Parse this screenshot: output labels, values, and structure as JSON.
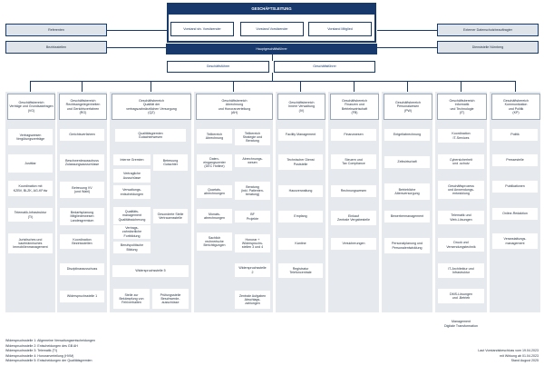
{
  "top": {
    "title": "GESCHÄFTSLEITUNG",
    "boards": [
      "Vorstand stv. Vorsitzender",
      "Vorstand Vorsitzender",
      "Vorstand Mitglied"
    ],
    "hgf": "Hauptgeschäftsführer",
    "gf": [
      "Geschäftsführer",
      "Geschäftsführer"
    ]
  },
  "side": {
    "referenten": "Referenten",
    "bezirksstellen": "Bezirksstellen",
    "extern": "Externer Datenschutzbeauftragter",
    "dienststelle": "Dienststelle Nürnberg"
  },
  "columns": [
    {
      "head": "Geschäftsbereich\nVerträge und Grundsatzfragen\n(VG)",
      "items": [
        "Vertragswesen\nVergütungsverträge",
        "Justitiar",
        "Koordination mit\nKZBV, BLZK, AG-KFdw",
        "Telematik-Infrastruktur\n(TI)",
        "Juristisches und\nkaufmännisches\nImmobilienmanagement"
      ]
    },
    {
      "head": "Geschäftsbereich\nRechtsangelegenheiten\nund Gerichtsverfahren\n(RG)",
      "items": [
        "Gerichtsverfahren",
        "Beschwerdeausschuss\nZulassungsausschüsse",
        "Betreuung VV\n(und Wahl)",
        "Bedarfsplanung\nMitgliederwesen\nLandesgremium",
        "Koordination\nBezirksstellen",
        "Disziplinarausschuss",
        "Widerspruchsstelle 1"
      ]
    },
    {
      "head": "Geschäftsbereich\nQualität der\nvertragszahnärztlichen Versorgung\n(QZ)",
      "top": "Qualitätsgremien\nGutachterwesen",
      "left": [
        "Interne Gremien",
        "Vertragliche\nAusschüsse",
        "Verwaltungs-\nentscheidungen",
        "Qualitäts-\nmanagement\nQualitätssicherung",
        "Vertrags-\nzahnärztliche\nFortbildung",
        "Berufspolitische\nBildung"
      ],
      "right": [
        "Betreuung\nGutachter",
        "Gesonderte Stelle\nVertrauensstelle"
      ],
      "wide": "Widerspruchsstelle 5",
      "bottom": [
        "Stelle zur\nBekämpfung von\nFehlverhalten",
        "Prüfungsstelle\nBeschwerde-\nausschüsse"
      ]
    },
    {
      "head": "Geschäftsbereich\nAbrechnung\nund Honorarverteilung\n(AH)",
      "left": [
        "Teilbereich\nAbrechnung",
        "Daten-\neingangscenter\n(DEC Hotline)",
        "Quartals-\nabrechnungen",
        "Monats-\nabrechnungen",
        "Sachlich\nrechnerische\nBerichtigungen"
      ],
      "right": [
        "Teilbereich\nStrategie und\nBeratung",
        "Abrechnungs-\nwesen",
        "Beratung\n(inkl. Patienten-\nberatung)",
        "BF\nProjekte",
        "Honorar +\nWiderspruchs-\nstellen 3 und 4",
        "Widerspruchsstelle\n2",
        "Zentrale Aufgaben\nAbschlags-\nzahlungen"
      ]
    },
    {
      "head": "Geschäftsbereich\nInnere Verwaltung\n(IV)",
      "items": [
        "Facility Management",
        "Technischer Dienst\nPoststelle",
        "Hausverwaltung",
        "Empfang",
        "Kantine",
        "Registratur\nTelefoncentrale"
      ]
    },
    {
      "head": "Geschäftsbereich\nFinanzen und\nBetriebswirtschaft\n(FB)",
      "items": [
        "Finanzwesen",
        "Steuern und\nTax Compliance",
        "Rechnungswesen",
        "Einkauf\nZentrale Vergabestelle",
        "Versicherungen"
      ]
    },
    {
      "head": "Geschäftsbereich\nPersonalwesen\n(PW)",
      "items": [
        "Entgeltabrechnung",
        "Zeitwirtschaft",
        "Betriebliche\nAltersversorgung",
        "Bewerbermanagement",
        "Personalplanung und\nPersonalentwicklung"
      ]
    },
    {
      "head": "Geschäftsbereich\nInformatik\nund Technologie\n(IT)",
      "items": [
        "Koordination\nIT-Services",
        "Cybersicherheit\nund -schutz",
        "Geschäftsprozess\nund Anwendungs-\nentwicklung",
        "Telematik und\nWeb-Lösungen",
        "Druck und\nVersendungstechnik",
        "IT-Architektur und\nInfrastruktur",
        "DMS-Lösungen\nund -Betrieb",
        "Management\nDigitale Transformation"
      ]
    },
    {
      "head": "Geschäftsbereich\nKommunikation\nund Politik\n(KP)",
      "items": [
        "Politik",
        "Pressestelle",
        "Publikationen",
        "Online-Redaktion",
        "Veranstaltungs-\nmanagement"
      ]
    }
  ],
  "legend": [
    "Widerspruchsstelle 1: Allgemeine Verwaltungsentscheidungen",
    "Widerspruchsstelle 2: Entscheidungen des GB AH",
    "Widerspruchsstelle 3: Telematik (TI)",
    "Widerspruchsstelle 4: Honorarverteilung (HVM)",
    "Widerspruchsstelle 5: Entscheidungen der Qualitätsgremien"
  ],
  "footer": [
    "Laut Vorstandsbeschluss vom 19.04.2023",
    "mit Wirkung ab 01.04.2023",
    "Stand August 2025"
  ]
}
